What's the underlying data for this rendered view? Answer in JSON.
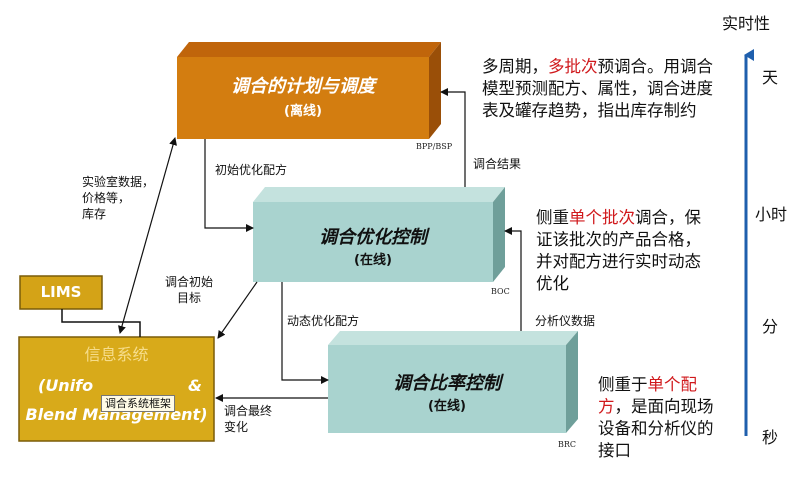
{
  "boxes": {
    "planning": {
      "title": "调合的计划与调度",
      "sub": "(离线)",
      "code": "BPP/BSP"
    },
    "optimization": {
      "title": "调合优化控制",
      "sub": "(在线)",
      "code": "BOC"
    },
    "ratio": {
      "title": "调合比率控制",
      "sub": "(在线)",
      "code": "BRC"
    },
    "lims": {
      "label": "LIMS"
    },
    "info": {
      "title": "信息系统",
      "line2": "(Unifo",
      "line2b": "&",
      "line3": "Blend Management)",
      "tooltip": "调合系统框架"
    }
  },
  "flows": {
    "initial_recipe": "初始优化配方",
    "blend_result": "调合结果",
    "lab_data": [
      "实验室数据，",
      "价格等，",
      "库存"
    ],
    "blend_target": [
      "调合初始",
      "目标"
    ],
    "dynamic_recipe": "动态优化配方",
    "analyzer_data": "分析仪数据",
    "final_change": [
      "调合最终",
      "变化"
    ]
  },
  "descriptions": {
    "planning": {
      "pre": "多周期，",
      "red": "多批次",
      "post": "预调合。用调合模型预测配方、属性，调合进度表及罐存趋势，指出库存制约"
    },
    "optimization": {
      "pre": "侧重",
      "red": "单个批次",
      "post": "调合，保证该批次的产品合格，并对配方进行实时动态优化"
    },
    "ratio": {
      "pre": "侧重于",
      "red": "单个配方",
      "post": "，是面向现场设备和分析仪的接口"
    }
  },
  "timescale": {
    "title": "实时性",
    "labels": [
      "天",
      "小时",
      "分",
      "秒"
    ]
  },
  "colors": {
    "planning_front": "#d37d10",
    "planning_top": "#b8610a",
    "teal_front": "#a9d3cf",
    "teal_side": "#7fb1ac",
    "info_fill": "#d8aa1a",
    "lims_fill": "#d4a317",
    "accent_red": "#d0191c",
    "arrow_blue": "#1f5fad"
  }
}
